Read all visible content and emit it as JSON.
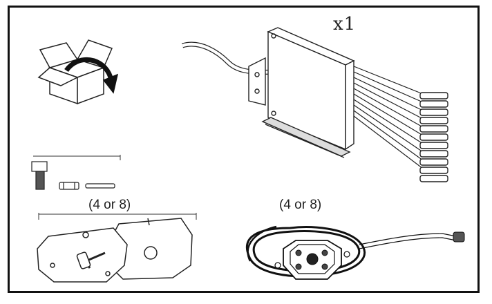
{
  "controller_qty": "x1",
  "hardware_qty": "(4 or 8)",
  "light_qty": "(4 or 8)",
  "icons": [
    "open-box-icon",
    "controller-box-icon",
    "bolt-icon",
    "fuse-icon",
    "pin-icon",
    "mount-bracket-icon",
    "rock-light-icon"
  ]
}
